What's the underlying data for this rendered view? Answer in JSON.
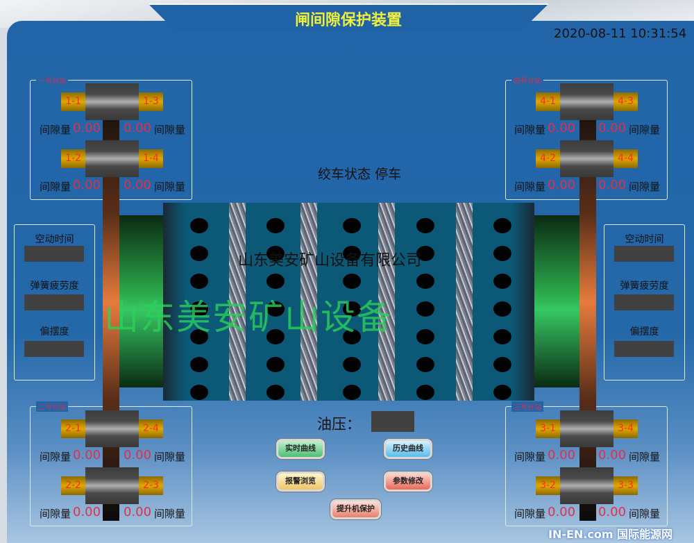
{
  "header": {
    "title": "闸间隙保护装置",
    "datetime": "2020-08-11 10:31:54"
  },
  "status": {
    "label": "绞车状态",
    "value": "停车"
  },
  "company": "山东美安矿山设备有限公司",
  "watermark": "山东美安矿山设备",
  "gap_label": "间隙量",
  "stations": [
    {
      "title": "一号分站",
      "pads": [
        "1-1",
        "1-3",
        "1-2",
        "1-4"
      ],
      "values": [
        "0.00",
        "0.00",
        "0.00",
        "0.00"
      ]
    },
    {
      "title": "四号分站",
      "pads": [
        "4-1",
        "4-3",
        "4-2",
        "4-4"
      ],
      "values": [
        "0.00",
        "0.00",
        "0.00",
        "0.00"
      ]
    },
    {
      "title": "二号分站",
      "pads": [
        "2-1",
        "2-4",
        "2-2",
        "2-3"
      ],
      "values": [
        "0.00",
        "0.00",
        "0.00",
        "0.00"
      ]
    },
    {
      "title": "三号分站",
      "pads": [
        "3-1",
        "3-4",
        "3-2",
        "3-3"
      ],
      "values": [
        "0.00",
        "0.00",
        "0.00",
        "0.00"
      ]
    }
  ],
  "side_labels": [
    "空动时间",
    "弹簧疲劳度",
    "偏摆度"
  ],
  "oil": {
    "label": "油压："
  },
  "buttons": {
    "realtime": "实时曲线",
    "history": "历史曲线",
    "alarm": "报警浏览",
    "params": "参数修改",
    "protect": "提升机保护"
  },
  "logo": "IN-EN.com 国际能源网"
}
